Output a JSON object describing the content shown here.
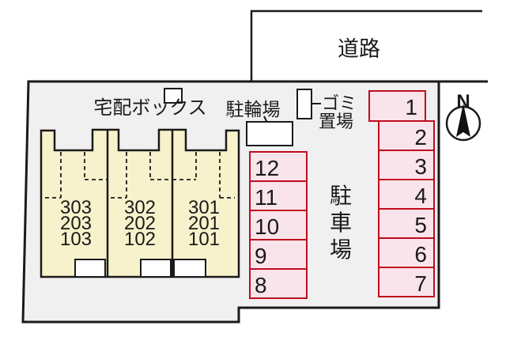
{
  "plan": {
    "road_label": "道路",
    "compass": {
      "north_label": "N"
    },
    "facilities": {
      "delivery_box_label": "宅配ボックス",
      "bicycle_parking_label": "駐輪場",
      "garbage_area_label_line1": "ゴミ",
      "garbage_area_label_line2": "置場",
      "parking_lot_label_chars": [
        "駐",
        "車",
        "場"
      ]
    },
    "building": {
      "units": [
        {
          "rooms": [
            "303",
            "203",
            "103"
          ]
        },
        {
          "rooms": [
            "302",
            "202",
            "102"
          ]
        },
        {
          "rooms": [
            "301",
            "201",
            "101"
          ]
        }
      ]
    },
    "parking": {
      "right_spaces": [
        "1",
        "2",
        "3",
        "4",
        "5",
        "6",
        "7"
      ],
      "left_spaces": [
        "12",
        "11",
        "10",
        "9",
        "8"
      ]
    },
    "colors": {
      "background": "#ffffff",
      "site_fill": "#f0f0f0",
      "building_fill": "#f8f2cc",
      "parking_fill": "#fae4ec",
      "parking_border": "#c00c1e",
      "line": "#1a1a1a"
    }
  }
}
